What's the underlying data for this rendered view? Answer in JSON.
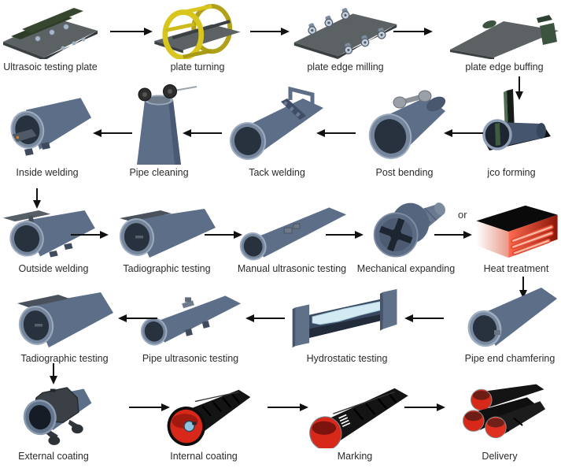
{
  "diagram": {
    "or_label": "or",
    "rows": [
      {
        "direction": "right",
        "steps": [
          {
            "label": "Ultrasoic testing plate"
          },
          {
            "label": "plate turning"
          },
          {
            "label": "plate edge milling"
          },
          {
            "label": "plate edge buffing"
          }
        ]
      },
      {
        "direction": "left",
        "steps": [
          {
            "label": "Inside welding"
          },
          {
            "label": "Pipe cleaning"
          },
          {
            "label": "Tack welding"
          },
          {
            "label": "Post bending"
          },
          {
            "label": "jco forming"
          }
        ]
      },
      {
        "direction": "right",
        "steps": [
          {
            "label": "Outside welding"
          },
          {
            "label": "Tadiographic testing"
          },
          {
            "label": "Manual ultrasonic testing"
          },
          {
            "label": "Mechanical expanding"
          },
          {
            "label": "Heat treatment"
          }
        ]
      },
      {
        "direction": "left",
        "steps": [
          {
            "label": "Tadiographic testing"
          },
          {
            "label": "Pipe ultrasonic testing"
          },
          {
            "label": "Hydrostatic testing"
          },
          {
            "label": "Pipe end chamfering"
          }
        ]
      },
      {
        "direction": "right",
        "steps": [
          {
            "label": "External coating"
          },
          {
            "label": "Internal coating"
          },
          {
            "label": "Marking"
          },
          {
            "label": "Delivery"
          }
        ]
      }
    ],
    "colors": {
      "pipe": "#5d6e88",
      "pipe_dark": "#3f4e66",
      "pipe_light": "#9dabbf",
      "pipe_inner": "#28323f",
      "plate": "#5c6164",
      "plate_dark": "#3b4043",
      "green": "#37472f",
      "yellow": "#d8c61f",
      "heat_red": "#d42414",
      "coating_black": "#141414",
      "coating_red": "#d8281a",
      "arrow": "#111111",
      "label": "#2b2b2b"
    }
  }
}
